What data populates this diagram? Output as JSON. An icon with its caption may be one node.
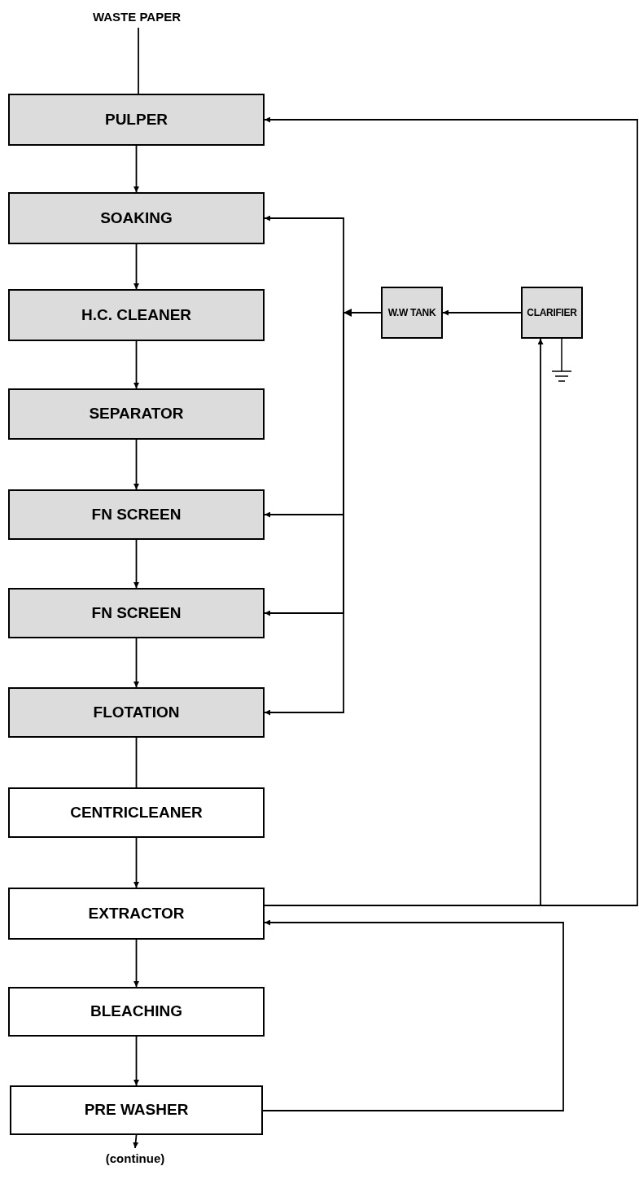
{
  "diagram": {
    "nodes": [
      {
        "text": [
          "WASTE PAPER"
        ]
      },
      {
        "text": [
          "PULPER"
        ]
      },
      {
        "text": [
          "SOAKING"
        ]
      },
      {
        "text": [
          "H.C. CLEANER"
        ]
      },
      {
        "text": [
          "SEPARATOR"
        ]
      },
      {
        "text": [
          "FN SCREEN"
        ]
      },
      {
        "text": [
          "FN SCREEN"
        ]
      },
      {
        "text": [
          "FLOTATION"
        ]
      },
      {
        "text": [
          "CENTRICLEANER"
        ]
      },
      {
        "text": [
          "EXTRACTOR"
        ]
      },
      {
        "text": [
          "BLEACHING"
        ]
      },
      {
        "text": [
          "PRE WASHER"
        ]
      },
      {
        "text": [
          "(continue)"
        ]
      },
      {
        "text": [
          "W.W TANK"
        ]
      },
      {
        "text": [
          "CLARIFIER"
        ]
      }
    ],
    "edges": [
      {
        "from": 0,
        "to": 1,
        "arrow": "none"
      },
      {
        "from": 1,
        "to": 2,
        "arrow": "to"
      },
      {
        "from": 2,
        "to": 3,
        "arrow": "to"
      },
      {
        "from": 3,
        "to": 4,
        "arrow": "to"
      },
      {
        "from": 4,
        "to": 5,
        "arrow": "to"
      },
      {
        "from": 5,
        "to": 6,
        "arrow": "to"
      },
      {
        "from": 6,
        "to": 7,
        "arrow": "to"
      },
      {
        "from": 7,
        "to": 8,
        "arrow": "none"
      },
      {
        "from": 8,
        "to": 9,
        "arrow": "to"
      },
      {
        "from": 9,
        "to": 10,
        "arrow": "to"
      },
      {
        "from": 10,
        "to": 11,
        "arrow": "to"
      },
      {
        "from": 11,
        "to": 12,
        "arrow": "to"
      },
      {
        "from": 14,
        "to": 13,
        "arrow": "to"
      },
      {
        "from": 13,
        "to": 2,
        "arrow": "to"
      },
      {
        "from": 13,
        "to": 5,
        "arrow": "to"
      },
      {
        "from": 13,
        "to": 6,
        "arrow": "to"
      },
      {
        "from": 13,
        "to": 7,
        "arrow": "to"
      },
      {
        "from": 9,
        "to": 14,
        "arrow": "to"
      },
      {
        "from": 9,
        "to": 1,
        "arrow": "to"
      },
      {
        "from": 11,
        "to": 9,
        "arrow": "to"
      }
    ]
  }
}
